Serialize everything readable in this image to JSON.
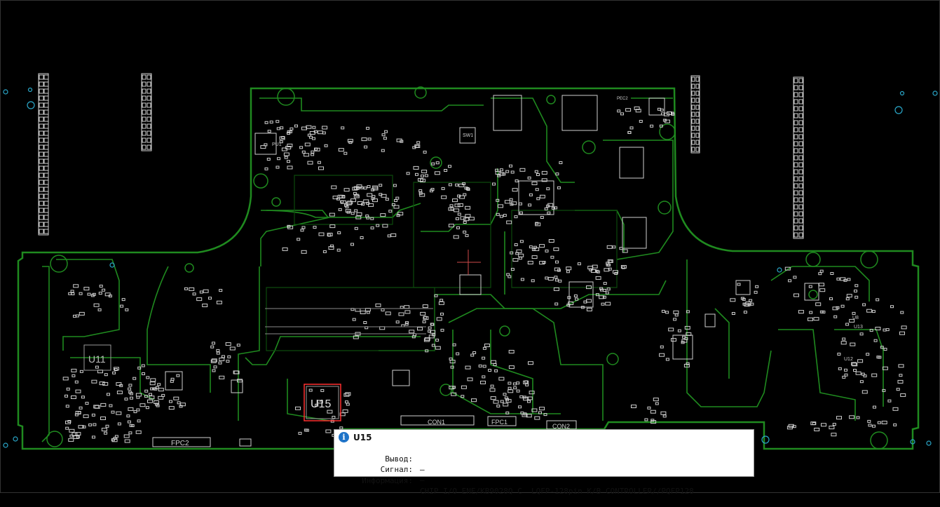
{
  "board": {
    "labels": {
      "u11": "U11",
      "u15": "U15",
      "u12": "U12",
      "u13": "U13",
      "u8": "U8",
      "con1": "CON1",
      "con2": "CON2",
      "fpc1": "FPC1",
      "fpc2": "FPC2",
      "pu1": "PU1",
      "sw1": "SW1",
      "pec2": "PEC2"
    },
    "colors": {
      "background": "#000000",
      "trace": "#1f8a1f",
      "trace_dark": "#0c4a0c",
      "part": "#d8d8d8",
      "selected": "#ff3030",
      "hole": "#2aa7c9"
    }
  },
  "tooltip": {
    "title": "U15",
    "icon": "info-icon",
    "rows": [
      {
        "key": "Вывод:",
        "value": "—"
      },
      {
        "key": "Сигнал:",
        "value": "—"
      },
      {
        "key": "Информация:",
        "value": "CHIP I/O ENE/KB9028Q C  LQFP-128pin K/B CONTROLLER//PQFP128"
      }
    ]
  }
}
